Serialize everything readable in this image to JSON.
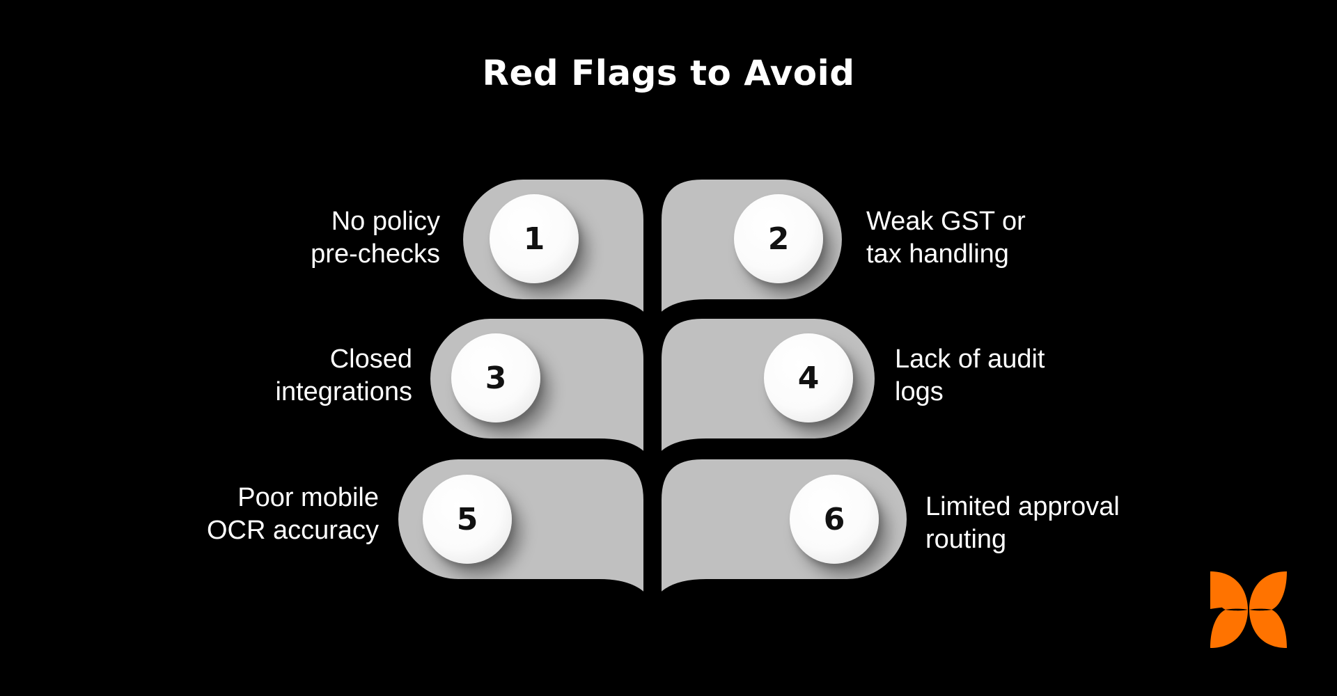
{
  "title": "Red Flags to Avoid",
  "colors": {
    "background": "#000000",
    "panel": "#C0C0C0",
    "ball": "#FFFFFF",
    "text": "#FFFFFF",
    "brand": "#FF7300"
  },
  "items": [
    {
      "number": "1",
      "line1": "No policy",
      "line2": "pre-checks",
      "side": "left"
    },
    {
      "number": "2",
      "line1": "Weak GST or",
      "line2": "tax handling",
      "side": "right"
    },
    {
      "number": "3",
      "line1": "Closed",
      "line2": "integrations",
      "side": "left"
    },
    {
      "number": "4",
      "line1": "Lack of audit",
      "line2": "logs",
      "side": "right"
    },
    {
      "number": "5",
      "line1": "Poor mobile",
      "line2": "OCR accuracy",
      "side": "left"
    },
    {
      "number": "6",
      "line1": "Limited approval",
      "line2": "routing",
      "side": "right"
    }
  ],
  "logo": {
    "icon": "butterfly-petals-logo"
  }
}
